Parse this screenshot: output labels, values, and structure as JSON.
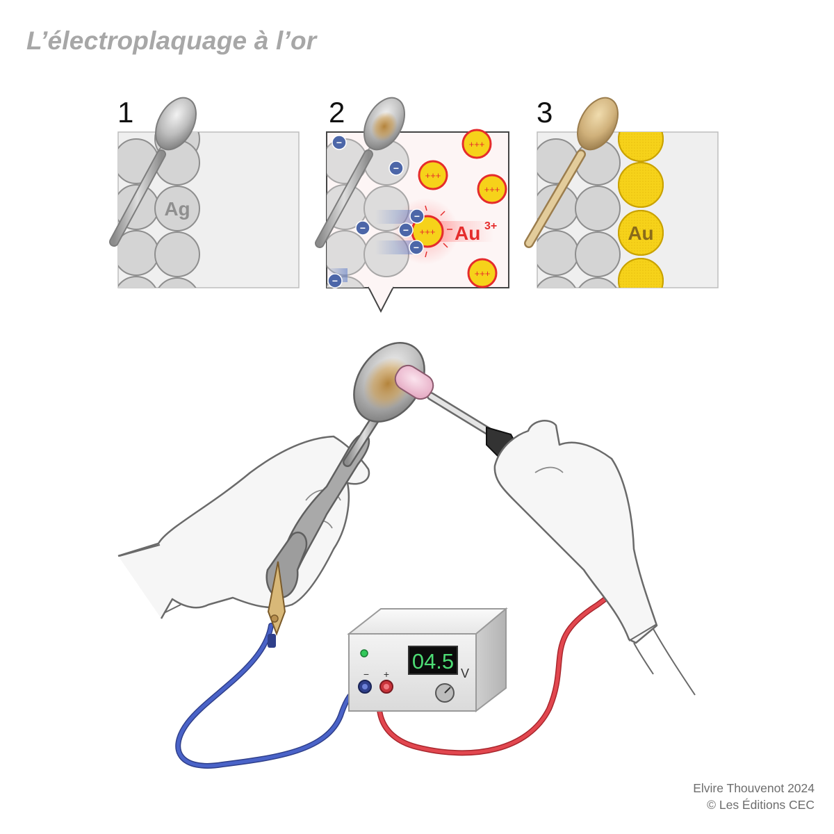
{
  "title": "L’électroplaquage à l’or",
  "panels": [
    {
      "number": "1",
      "atom_label": "Ag"
    },
    {
      "number": "2",
      "electron_symbol": "−",
      "ion_charge": "+++",
      "ion_label": "Au",
      "ion_superscript": "3+"
    },
    {
      "number": "3",
      "atom_label": "Au"
    }
  ],
  "power_supply": {
    "display": "04.5",
    "unit": "V",
    "minus_label": "−",
    "plus_label": "+"
  },
  "colors": {
    "silver_atom": "#d2d2d2",
    "gold_atom": "#f6d21a",
    "ion_ring": "#e52c2c",
    "electron": "#4c66a8",
    "negative_wire": "#3f55b8",
    "positive_wire": "#d9424a",
    "display_digits": "#4ddc74"
  },
  "credit": {
    "line1": "Elvire Thouvenot 2024",
    "line2": "© Les Éditions CEC"
  }
}
